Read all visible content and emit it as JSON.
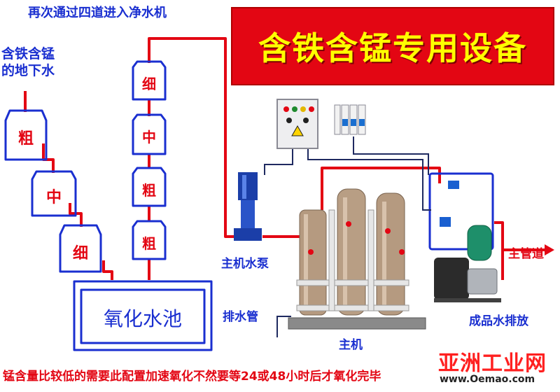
{
  "header": {
    "top_caption": "再次通过四道进入净水机",
    "title": "含铁含锰专用设备"
  },
  "source": {
    "line1": "含铁含锰",
    "line2": "的地下水"
  },
  "left_filters": [
    "粗",
    "中",
    "细"
  ],
  "middle_filters": [
    "细",
    "中",
    "粗",
    "粗"
  ],
  "oxidation_pool": "氧化水池",
  "labels": {
    "pump": "主机水泵",
    "drain": "排水管",
    "main_unit": "主机",
    "main_pipe": "主管道",
    "product_water": "成品水排放"
  },
  "bottom_note": "锰含量比较低的需要此配置加速氧化不然要等24或48小时后才氧化完毕",
  "watermark": {
    "text": "亚洲工业网",
    "url": "www.Oemao.com"
  },
  "colors": {
    "flow_red": "#e30613",
    "outline_blue": "#1a2fd0",
    "banner_red": "#e30613",
    "banner_text": "#ffff00",
    "pipe_dark": "#1f2a60"
  }
}
